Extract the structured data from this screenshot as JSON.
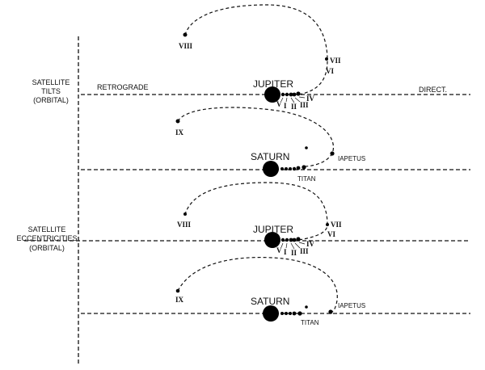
{
  "side_labels": {
    "tilts": [
      "SATELLITE",
      "TILTS",
      "(ORBITAL)"
    ],
    "eccentricities": [
      "SATELLITE",
      "ECCENTRICITIES",
      "(ORBITAL)"
    ]
  },
  "axis": {
    "retrograde": "RETROGRADE",
    "direct": "DIRECT."
  },
  "planets": {
    "jupiter": "JUPITER",
    "saturn": "SATURN"
  },
  "jupiter_moons": {
    "viii": "VIII",
    "vii": "VII",
    "vi": "VI",
    "v": "V",
    "i": "I",
    "ii": "II",
    "iii": "III",
    "iv": "IV"
  },
  "saturn_moons": {
    "ix": "IX",
    "iapetus": "IAPETUS",
    "titan": "TITAN"
  }
}
